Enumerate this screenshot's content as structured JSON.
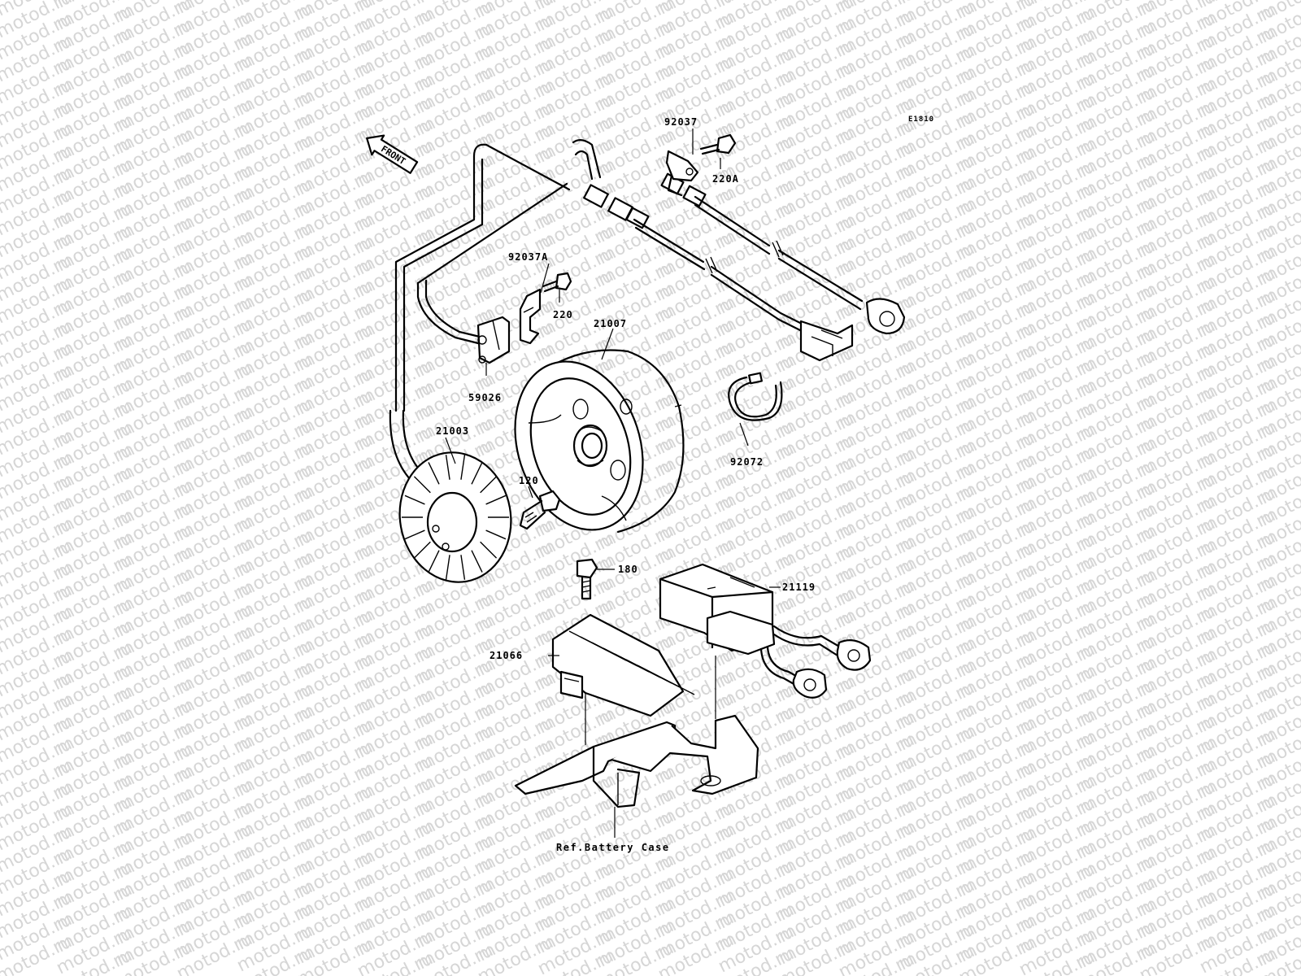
{
  "diagram_code": "E1810",
  "front_label": "FRONT",
  "watermark_text": "motod.ru",
  "reference_label": "Ref.Battery Case",
  "parts": {
    "p92037": "92037",
    "p220A": "220A",
    "p92037A": "92037A",
    "p220": "220",
    "p21007": "21007",
    "p59026": "59026",
    "p21003": "21003",
    "p92072": "92072",
    "p120": "120",
    "p180": "180",
    "p21119": "21119",
    "p21066": "21066"
  },
  "colors": {
    "ink": "#000000",
    "watermark": "#d6d6d6",
    "paper": "#ffffff"
  }
}
